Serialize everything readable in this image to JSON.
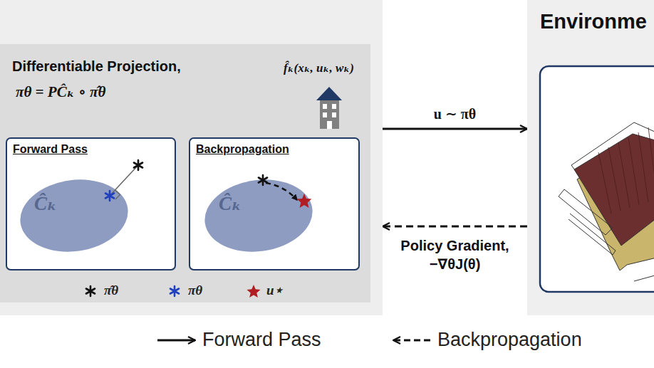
{
  "diagram": {
    "nodes": [
      {
        "text": [
          "Differentiable Projection,",
          "πθ = PĈₖ ∘ π̂θ",
          "f̂ₖ(xₖ, uₖ, wₖ)"
        ]
      },
      {
        "text": [
          "Forward Pass"
        ],
        "in": 0
      },
      {
        "text": [
          "Ĉₖ"
        ],
        "in": 1
      },
      {
        "text": [
          "Backpropagation"
        ],
        "in": 0
      },
      {
        "text": [
          "Ĉₖ"
        ],
        "in": 3
      },
      {
        "text": [
          "Environme"
        ]
      }
    ],
    "edges": [
      {
        "from": 0,
        "to": 5,
        "label": "u ∼ πθ",
        "arrow": "to"
      },
      {
        "from": 5,
        "to": 0,
        "label": "Policy Gradient, −∇θJ(θ)",
        "arrow": "to"
      }
    ],
    "legend": [
      {
        "text": "π̂θ"
      },
      {
        "text": "πθ"
      },
      {
        "text": "u⋆"
      },
      {
        "text": "Forward Pass"
      },
      {
        "text": "Backpropagation"
      }
    ]
  }
}
